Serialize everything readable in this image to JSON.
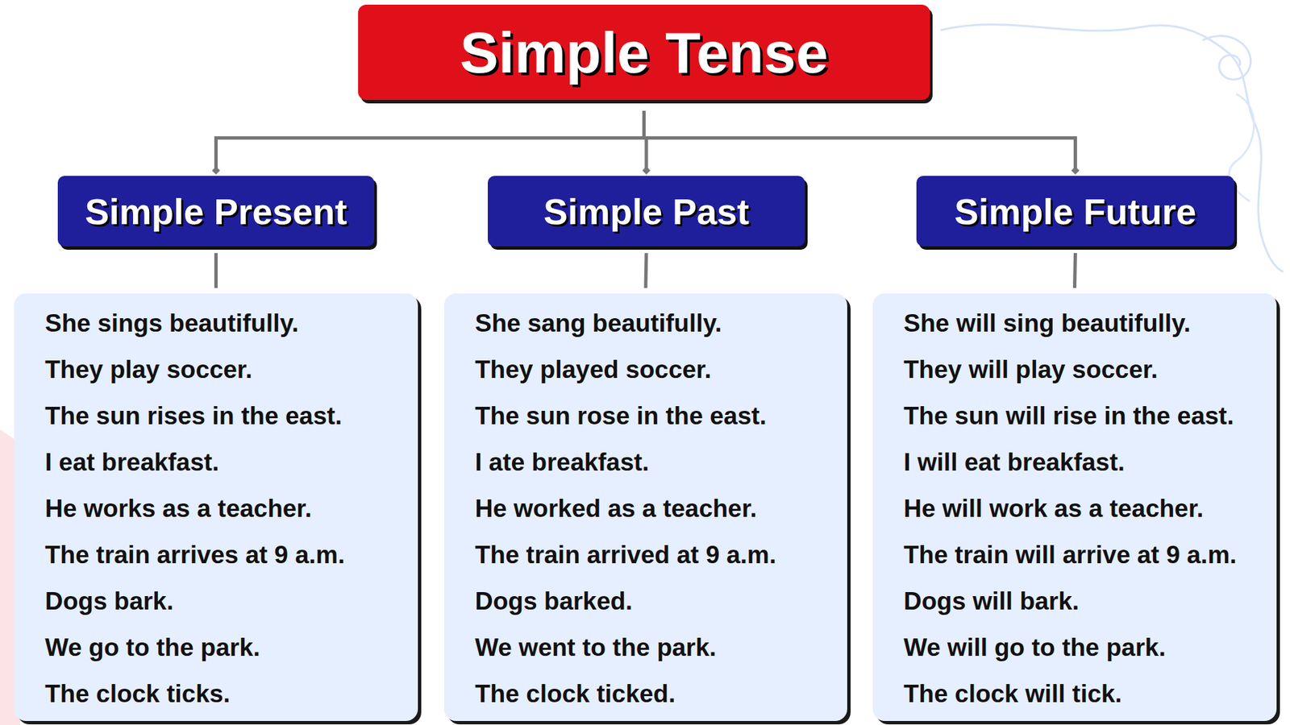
{
  "diagram": {
    "nodes": [
      {
        "text": [
          "Simple Tense"
        ]
      },
      {
        "text": [
          "Simple Present"
        ]
      },
      {
        "text": [
          "Simple Past"
        ]
      },
      {
        "text": [
          "Simple Future"
        ]
      },
      {
        "text": [
          "She sings beautifully.",
          "They play soccer.",
          "The sun rises in the east.",
          "I eat breakfast.",
          "He works as a teacher.",
          "The train arrives at 9 a.m.",
          "Dogs bark.",
          "We go to the park.",
          "The clock ticks."
        ]
      },
      {
        "text": [
          "She sang beautifully.",
          "They played soccer.",
          "The sun rose in the east.",
          "I ate breakfast.",
          "He worked as a teacher.",
          "The train arrived at 9 a.m.",
          "Dogs barked.",
          "We went to the park.",
          "The clock ticked."
        ]
      },
      {
        "text": [
          "She will sing beautifully.",
          "They will play soccer.",
          "The sun will rise in the east.",
          "I will eat breakfast.",
          "He will work as a teacher.",
          "The train will arrive at 9 a.m.",
          "Dogs will bark.",
          "We will go to the park.",
          "The clock will tick."
        ]
      }
    ],
    "edges": [
      {
        "from": 0,
        "to": 1,
        "arrow": "to"
      },
      {
        "from": 0,
        "to": 2,
        "arrow": "to"
      },
      {
        "from": 0,
        "to": 3,
        "arrow": "to"
      },
      {
        "from": 1,
        "to": 4,
        "arrow": "none"
      },
      {
        "from": 2,
        "to": 5,
        "arrow": "none"
      },
      {
        "from": 3,
        "to": 6,
        "arrow": "none"
      }
    ]
  }
}
